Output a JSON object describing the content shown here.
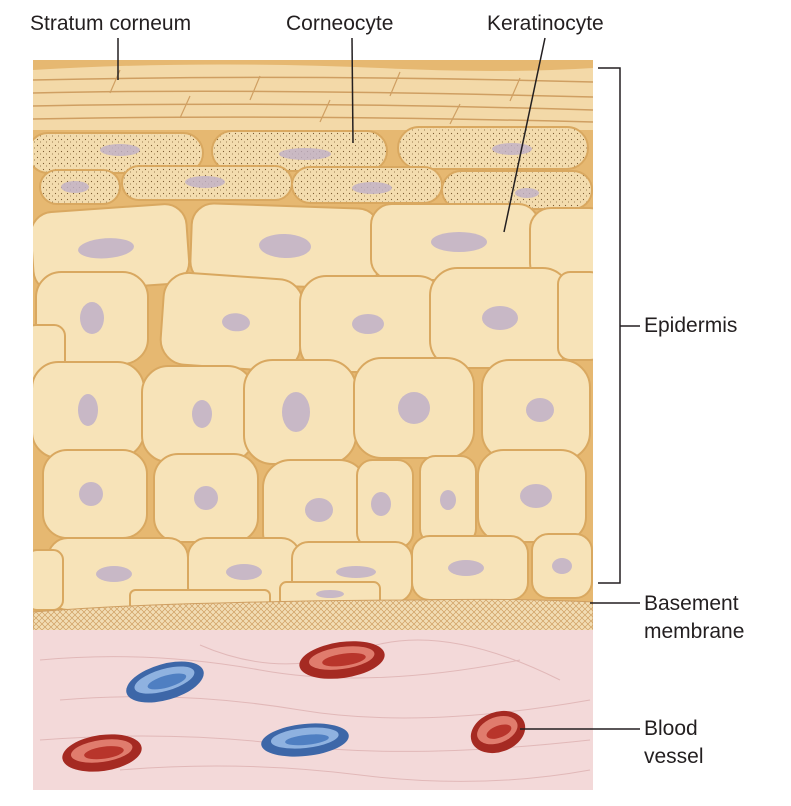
{
  "labels": {
    "stratum_corneum": "Stratum corneum",
    "corneocyte": "Corneocyte",
    "keratinocyte": "Keratinocyte",
    "epidermis": "Epidermis",
    "basement_membrane_line1": "Basement",
    "basement_membrane_line2": "membrane",
    "blood_vessel_line1": "Blood",
    "blood_vessel_line2": "vessel"
  },
  "colors": {
    "cell_fill": "#f7e3b8",
    "cell_outline": "#d9a860",
    "intercellular": "#e6b871",
    "corneocyte_fill": "#f3dcae",
    "nucleus": "#bfb0c8",
    "basement": "#f0d6a9",
    "dermis": "#f3d9d9",
    "red_vessel": "#c0392b",
    "blue_vessel": "#4f7fc2",
    "leader": "#231f20"
  }
}
